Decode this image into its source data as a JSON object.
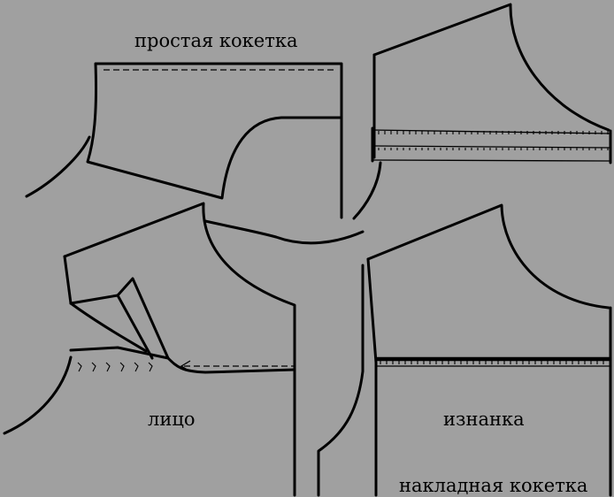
{
  "labels": {
    "simple_yoke": "простая кокетка",
    "face": "лицо",
    "wrong_side": "изнанка",
    "overlay_yoke": "накладная кокетка"
  },
  "colors": {
    "background": "#a0a0a0",
    "ink": "#000000"
  }
}
